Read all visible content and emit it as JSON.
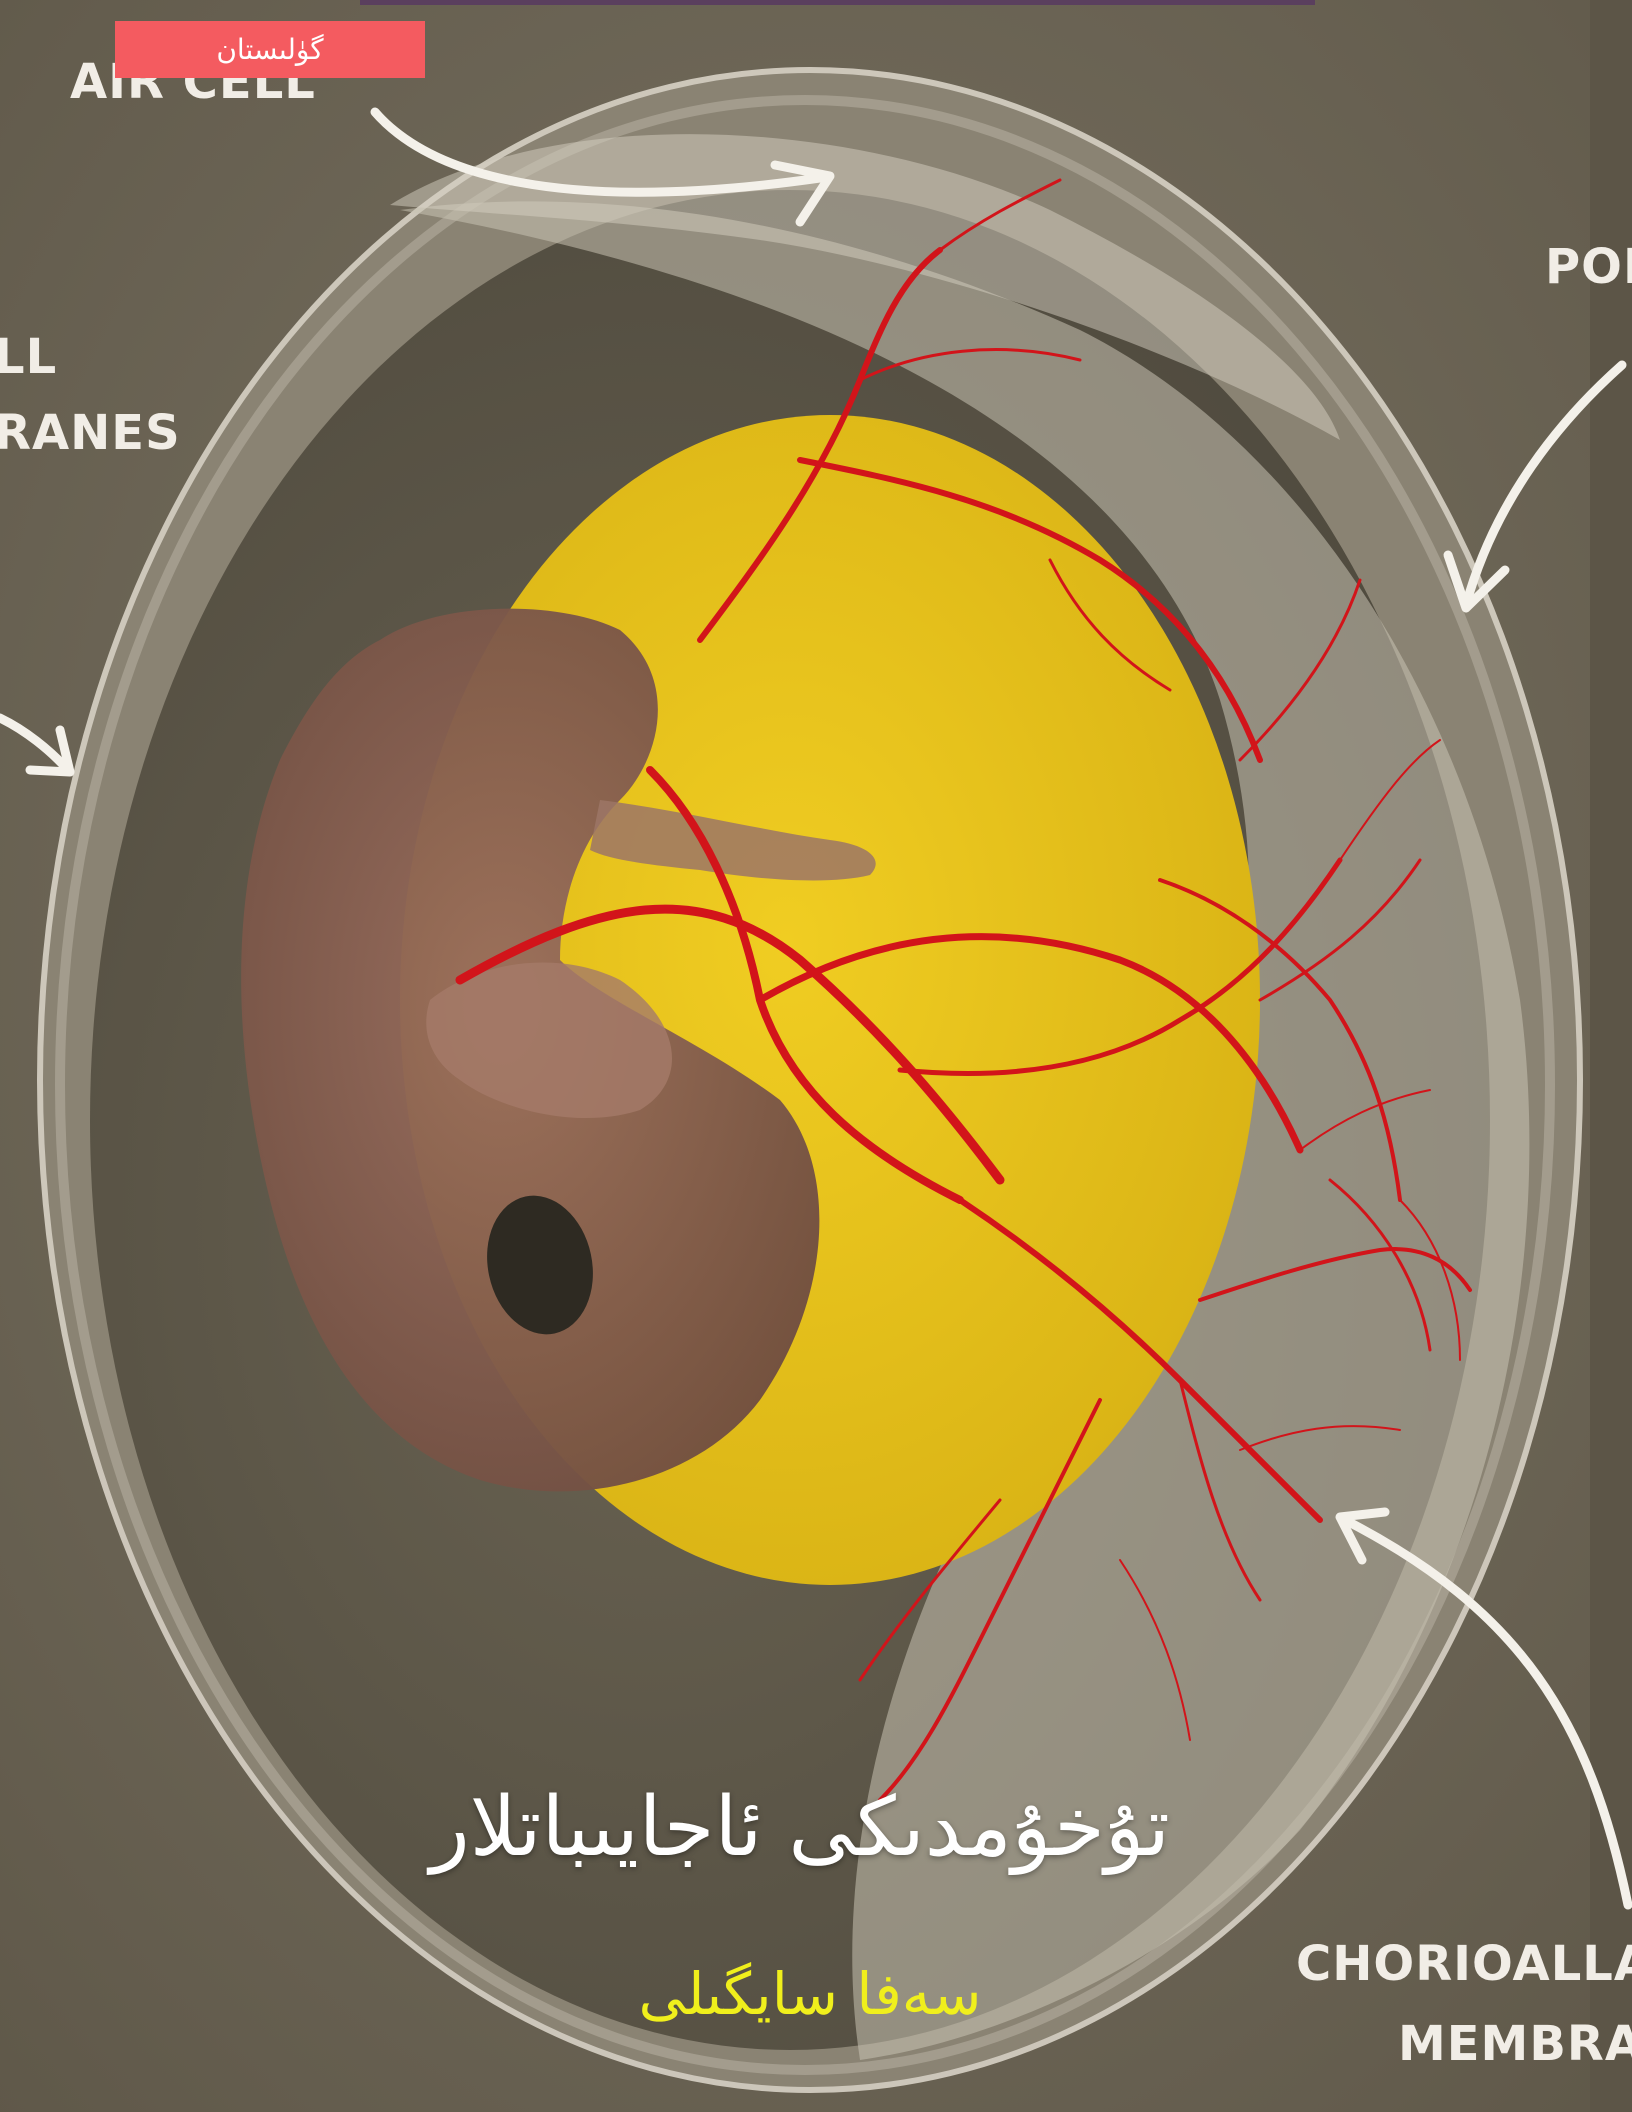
{
  "badge": {
    "text": "گۈلىستان"
  },
  "labels": {
    "air_cell": "AIR CELL",
    "shell_membranes_line1": "LL",
    "shell_membranes_line2": "RANES",
    "pore": "POI",
    "chorioallantoic_line1": "CHORIOALLAI",
    "chorioallantoic_line2": "MEMBRAI"
  },
  "title": "تۇخۇمدىكى ئاجايىباتلار",
  "author": "سەفا سايگىلى",
  "colors": {
    "background": "#6f6858",
    "yolk": "#e8c51c",
    "embryo": "#8a6253",
    "vessels": "#d2141a",
    "badge": "#f45b60",
    "author_text": "#f0ef1c",
    "title_text": "#ffffff"
  }
}
